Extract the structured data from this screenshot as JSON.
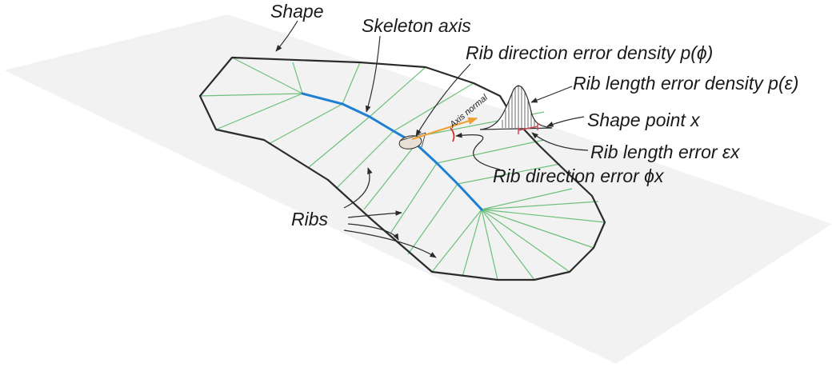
{
  "labels": {
    "shape": "Shape",
    "skeleton_axis": "Skeleton axis",
    "rib_direction_density": "Rib direction error density p(ϕ)",
    "rib_length_density": "Rib length error density p(ε)",
    "axis_normal": "Axis normal",
    "shape_point": "Shape point x",
    "rib_length_error": "Rib length error εx",
    "rib_direction_error": "Rib direction error ϕx",
    "ribs": "Ribs"
  },
  "colors": {
    "plane": "#f2f2f2",
    "outline": "#2b2b2b",
    "ribs": "#6cc07a",
    "skeleton": "#1f7fd1",
    "normal_arrow": "#f0a030",
    "direction_marker": "#d8302a",
    "length_marker": "#d24a5a"
  }
}
